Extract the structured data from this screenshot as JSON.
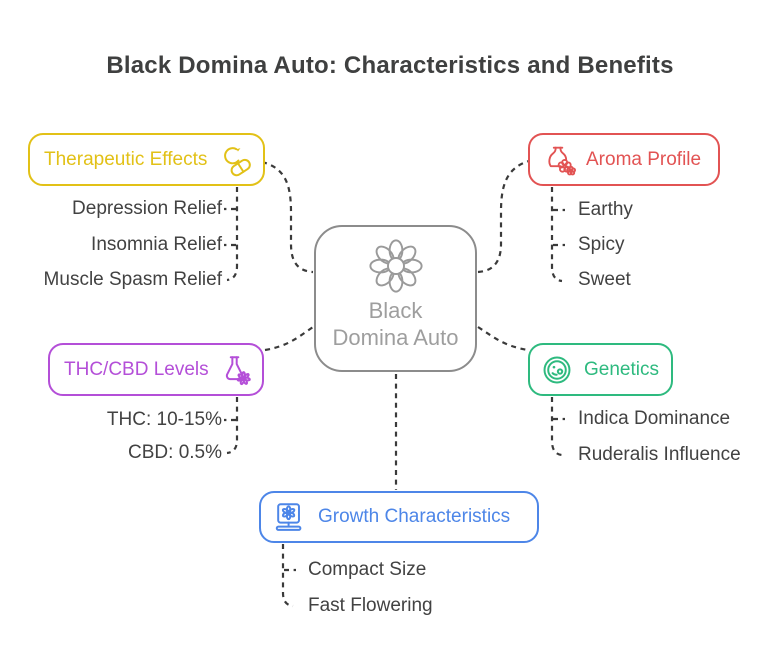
{
  "title": "Black Domina Auto: Characteristics and Benefits",
  "center": {
    "icon": "flower-icon",
    "line1": "Black",
    "line2": "Domina Auto"
  },
  "branches": [
    {
      "label": "Therapeutic Effects",
      "color": "#e2c117",
      "icon": "pills-capsule-icon",
      "items": [
        "Depression Relief",
        "Insomnia Relief",
        "Muscle Spasm Relief"
      ]
    },
    {
      "label": "Aroma Profile",
      "color": "#e25353",
      "icon": "aroma-diffuser-icon",
      "items": [
        "Earthy",
        "Spicy",
        "Sweet"
      ]
    },
    {
      "label": "THC/CBD Levels",
      "color": "#b44fd8",
      "icon": "flask-leaf-icon",
      "items": [
        "THC: 10-15%",
        "CBD: 0.5%"
      ]
    },
    {
      "label": "Genetics",
      "color": "#2eba7f",
      "icon": "cell-icon",
      "items": [
        "Indica Dominance",
        "Ruderalis Influence"
      ]
    },
    {
      "label": "Growth Characteristics",
      "color": "#4d86e8",
      "icon": "plant-box-icon",
      "items": [
        "Compact Size",
        "Fast Flowering"
      ]
    }
  ],
  "colors": {
    "background": "#ffffff",
    "connector": "#3a3a3a",
    "center_border": "#8c8c8c",
    "center_text": "#9e9e9e",
    "item_text": "#424242",
    "title_text": "#3f4040"
  }
}
